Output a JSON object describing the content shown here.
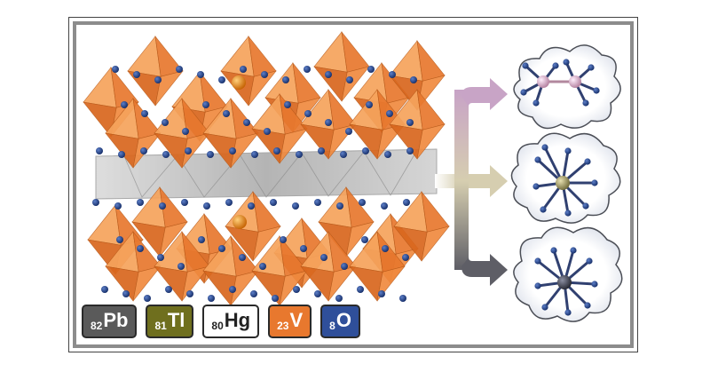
{
  "legend": [
    {
      "z": "82",
      "symbol": "Pb",
      "bg": "#5a5a5a",
      "fg": "#ffffff"
    },
    {
      "z": "81",
      "symbol": "Tl",
      "bg": "#6f6f1e",
      "fg": "#ffffff"
    },
    {
      "z": "80",
      "symbol": "Hg",
      "bg": "#ffffff",
      "fg": "#222222"
    },
    {
      "z": "23",
      "symbol": "V",
      "bg": "#e8782e",
      "fg": "#ffffff"
    },
    {
      "z": "8",
      "symbol": "O",
      "bg": "#2f4f9a",
      "fg": "#ffffff"
    }
  ],
  "colors": {
    "vanadium": "#e8782e",
    "oxygen": "#1f3f86",
    "mercury": "#d6a0c0",
    "thallium": "#8a8350",
    "lead": "#3a3d4a",
    "gray_layer": "#bfbfbf",
    "arrow_top": "#c8a4c6",
    "arrow_mid": "#d6ceb0",
    "arrow_bot": "#5e5e66"
  },
  "icons": [
    "octahedron-layer-icon",
    "atom-cluster-icon",
    "branch-arrow-icon",
    "lone-pair-cloud-icon"
  ]
}
